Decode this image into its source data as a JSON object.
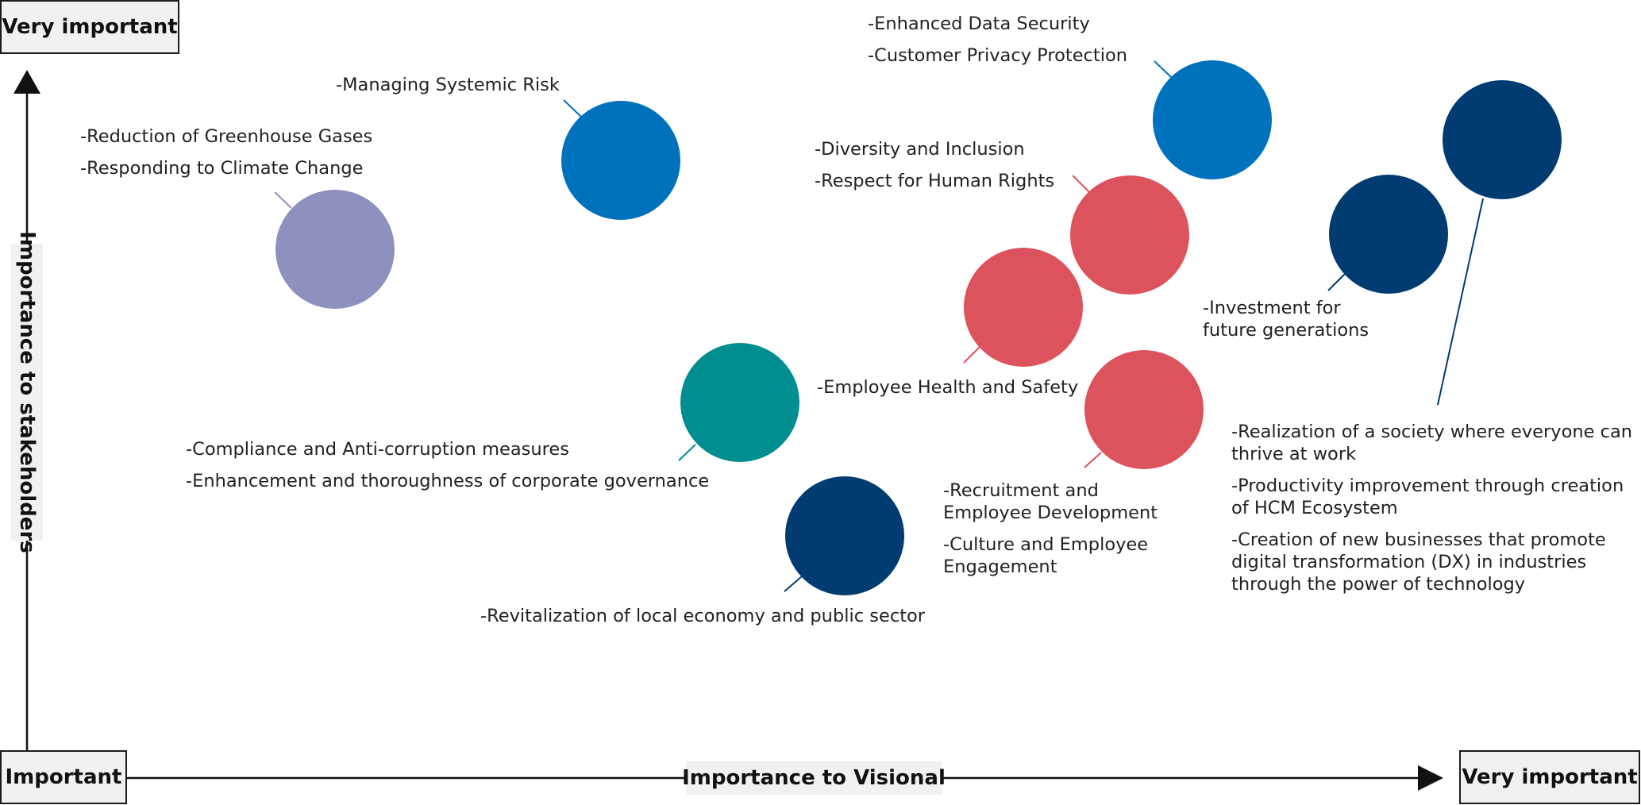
{
  "axes": {
    "y_title": "Importance to stakeholders",
    "x_title": "Importance to Visional",
    "y_top": "Very important",
    "origin": "Important",
    "x_right": "Very important"
  },
  "colors": {
    "environment": "#8e90bd",
    "risk_security": "#0072bd",
    "governance": "#008e91",
    "people": "#dd535d",
    "business": "#003b72"
  },
  "bubbles": [
    {
      "id": "climate",
      "color": "environment",
      "items": [
        {
          "lines": [
            "-Reduction of Greenhouse Gases"
          ]
        },
        {
          "lines": [
            "-Responding to Climate Change"
          ]
        }
      ]
    },
    {
      "id": "systemic-risk",
      "color": "risk_security",
      "items": [
        {
          "lines": [
            "-Managing Systemic Risk"
          ]
        }
      ]
    },
    {
      "id": "data-security",
      "color": "risk_security",
      "items": [
        {
          "lines": [
            "-Enhanced Data Security"
          ]
        },
        {
          "lines": [
            "-Customer Privacy Protection"
          ]
        }
      ]
    },
    {
      "id": "diversity",
      "color": "people",
      "items": [
        {
          "lines": [
            "-Diversity and Inclusion"
          ]
        },
        {
          "lines": [
            "-Respect for Human Rights"
          ]
        }
      ]
    },
    {
      "id": "health-safety",
      "color": "people",
      "items": [
        {
          "lines": [
            "-Employee Health and Safety"
          ]
        }
      ]
    },
    {
      "id": "recruitment",
      "color": "people",
      "items": [
        {
          "lines": [
            "-Recruitment and",
            " Employee Development"
          ]
        },
        {
          "lines": [
            "-Culture and Employee",
            " Engagement"
          ]
        }
      ]
    },
    {
      "id": "governance",
      "color": "governance",
      "items": [
        {
          "lines": [
            "-Compliance and Anti-corruption measures"
          ]
        },
        {
          "lines": [
            "-Enhancement and thoroughness of corporate governance"
          ]
        }
      ]
    },
    {
      "id": "local-economy",
      "color": "business",
      "items": [
        {
          "lines": [
            "-Revitalization of local economy and public sector"
          ]
        }
      ]
    },
    {
      "id": "future-investment",
      "color": "business",
      "items": [
        {
          "lines": [
            "-Investment for",
            "future generations"
          ]
        }
      ]
    },
    {
      "id": "society",
      "color": "business",
      "items": [
        {
          "lines": [
            "-Realization of a society where everyone can",
            " thrive at work"
          ]
        },
        {
          "lines": [
            "-Productivity improvement through creation",
            " of HCM Ecosystem"
          ]
        },
        {
          "lines": [
            "-Creation of new businesses that promote",
            " digital transformation (DX) in industries",
            " through the power of technology"
          ]
        }
      ]
    }
  ]
}
